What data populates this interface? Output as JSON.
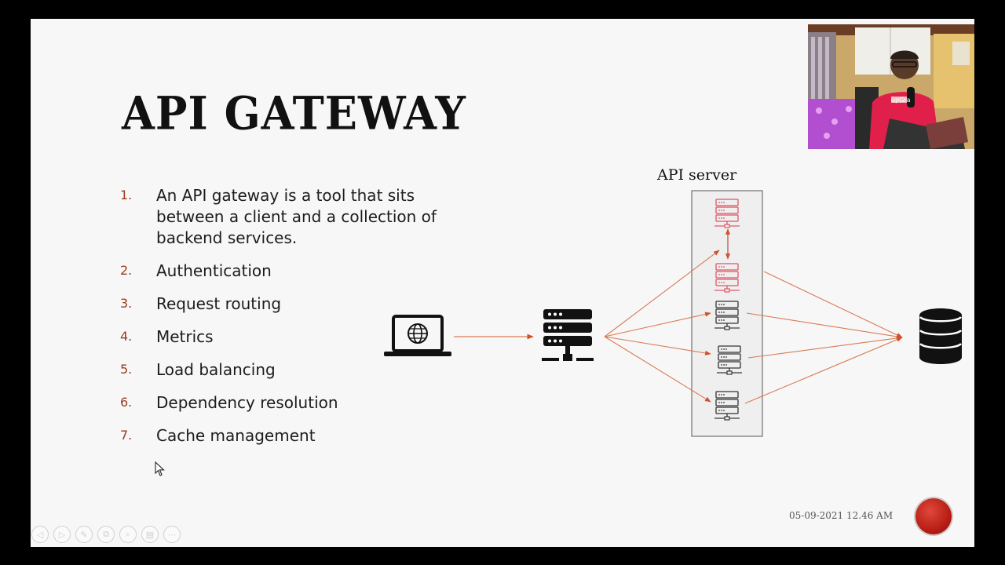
{
  "slide": {
    "title": "API GATEWAY",
    "items": [
      {
        "num": "1.",
        "text": "An API gateway is a tool that sits between a client and a collection of backend services."
      },
      {
        "num": "2.",
        "text": "Authentication"
      },
      {
        "num": "3.",
        "text": "Request routing"
      },
      {
        "num": "4.",
        "text": "Metrics"
      },
      {
        "num": "5.",
        "text": "Load balancing"
      },
      {
        "num": "6.",
        "text": "Dependency resolution"
      },
      {
        "num": "7.",
        "text": "Cache management"
      }
    ],
    "diagram": {
      "api_server_label": "API server"
    },
    "date": "05-09-2021 12.46 AM"
  },
  "webcam": {
    "shirt_text": "upGra"
  },
  "toolbar": {
    "icons": [
      "previous-icon",
      "next-icon",
      "pen-icon",
      "slides-icon",
      "zoom-icon",
      "subtitles-icon",
      "more-icon"
    ],
    "glyphs": [
      "◁",
      "▷",
      "✎",
      "⧉",
      "⌕",
      "▤",
      "⋯"
    ]
  },
  "colors": {
    "accent": "#9a3a1f",
    "arrow": "#d97b55",
    "server_red": "#e05564",
    "slide_bg": "#f7f7f7"
  }
}
